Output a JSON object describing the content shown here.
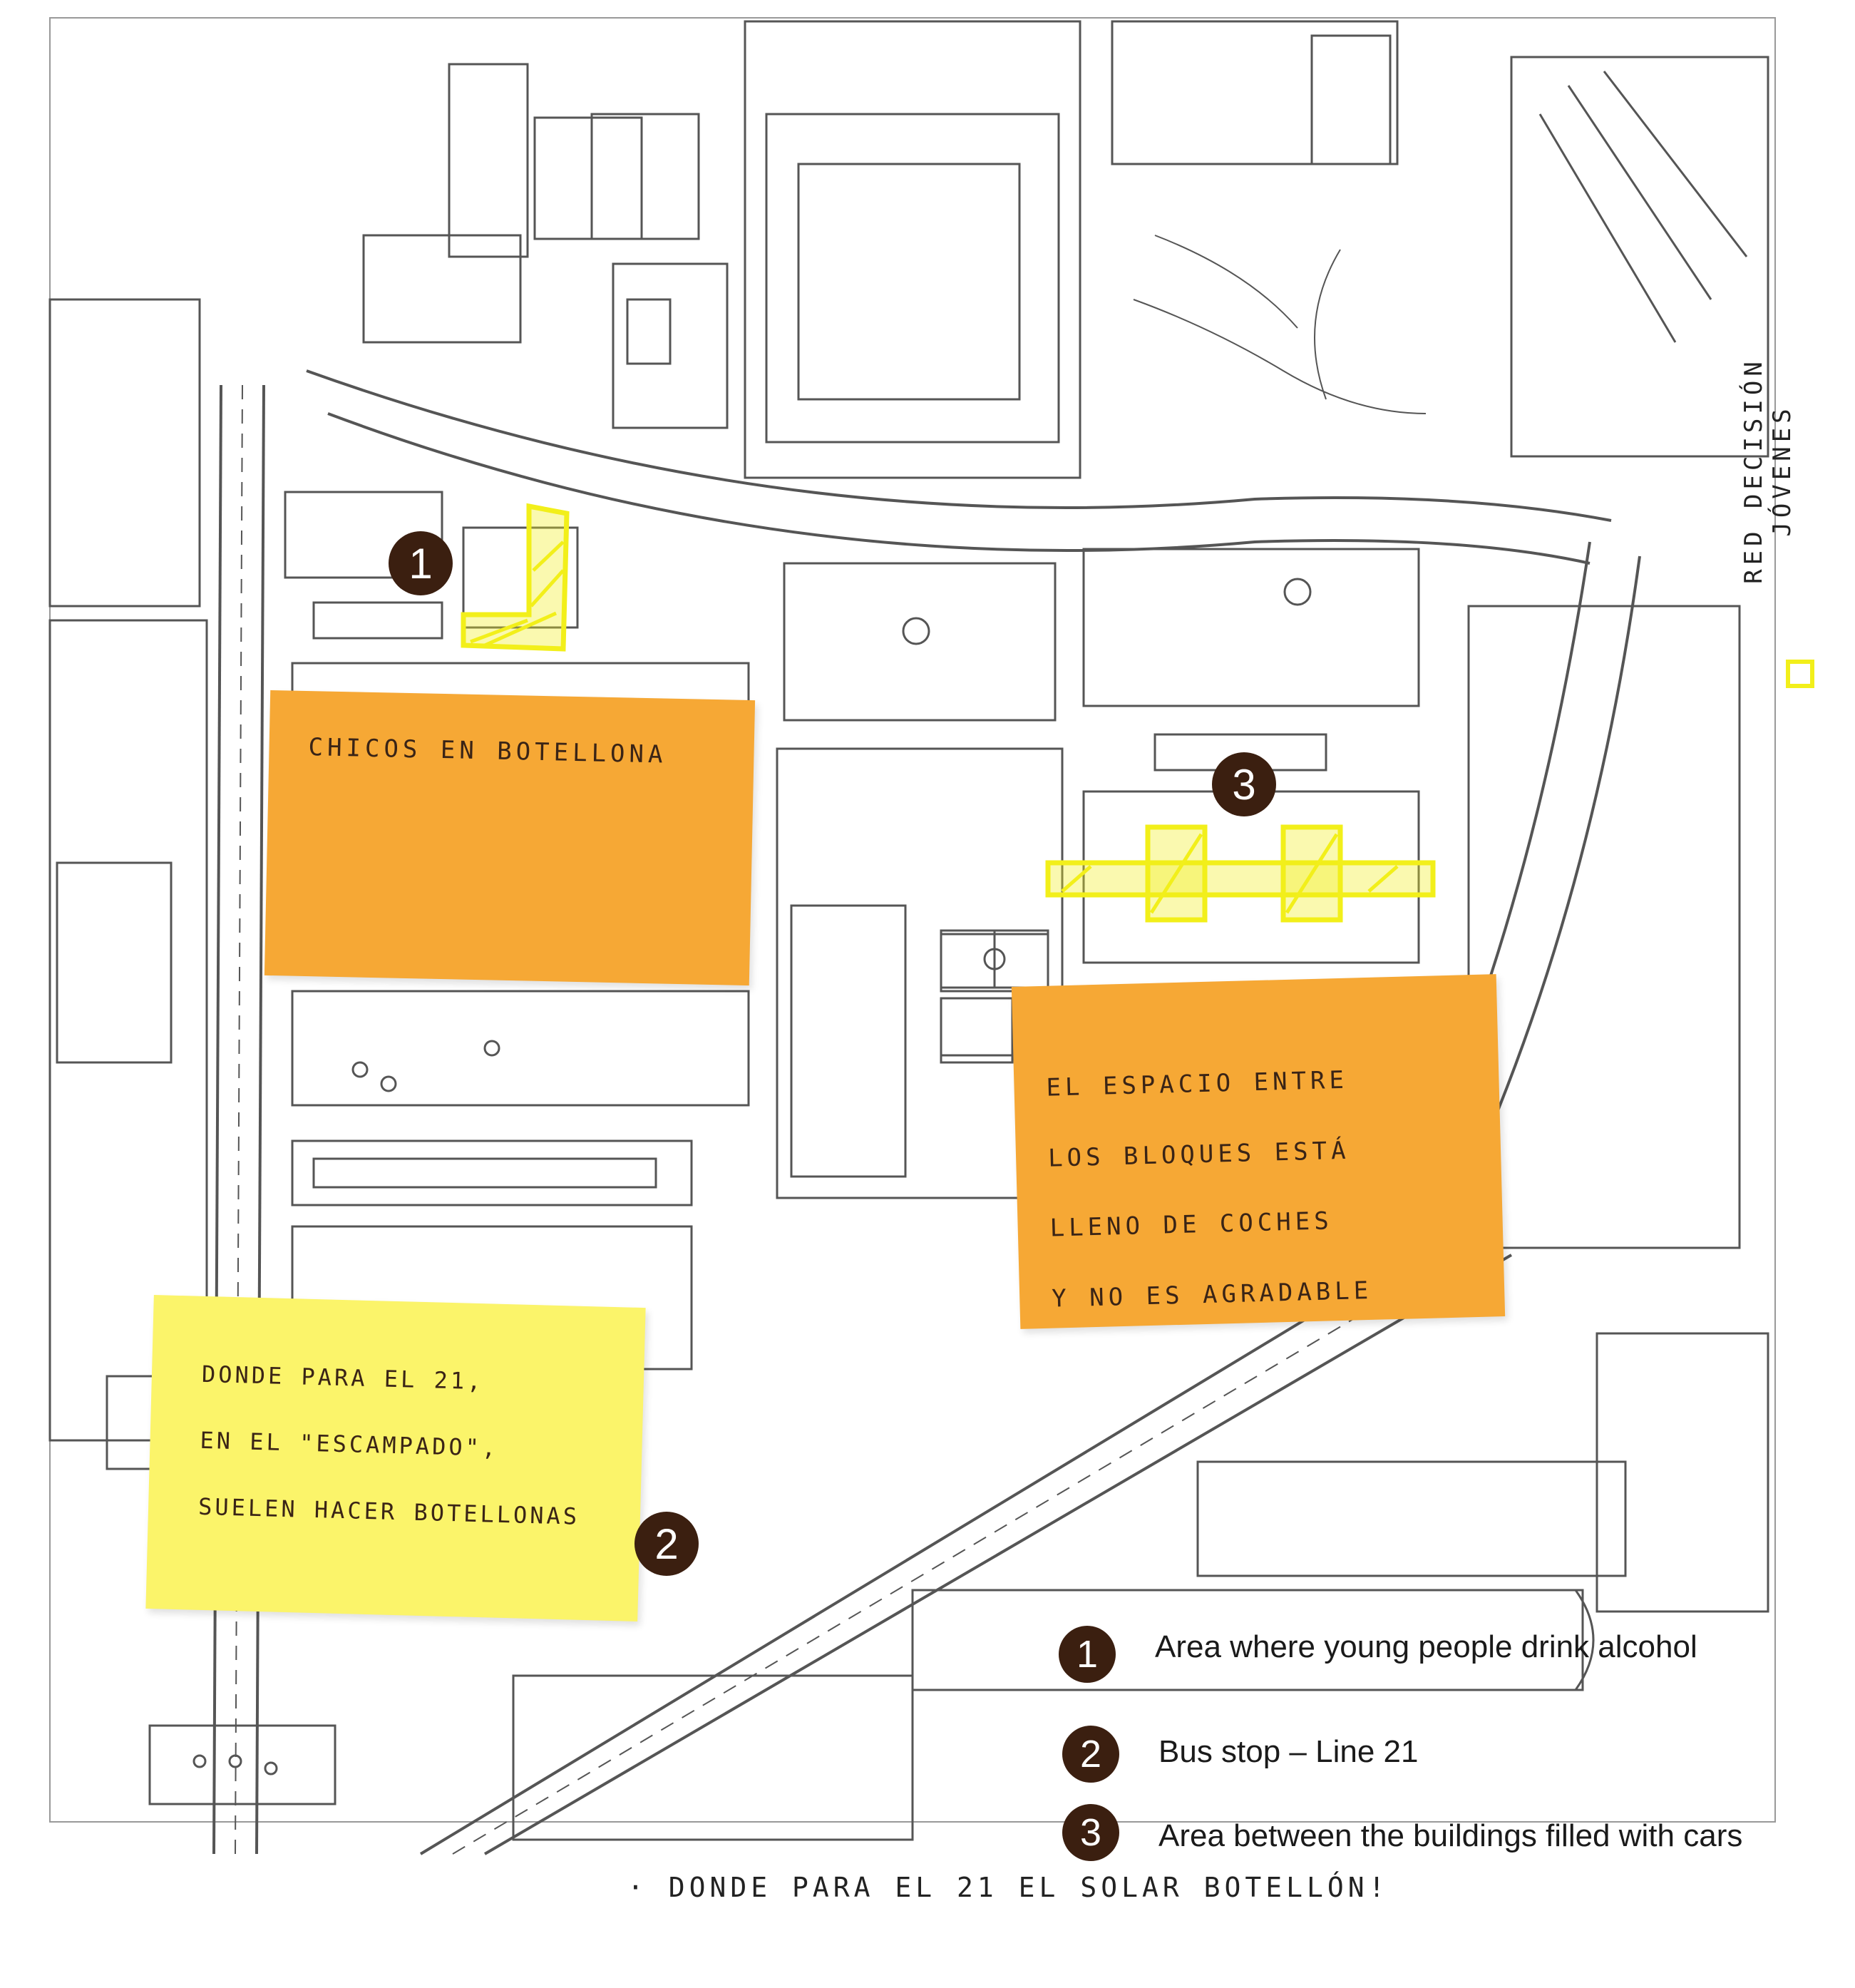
{
  "colors": {
    "orange_note": "#f6a835",
    "yellow_note": "#fbf46a",
    "highlight": "#f2ef1a",
    "marker": "#3b1f10",
    "lines": "#555555"
  },
  "notes": {
    "note1": "CHICOS EN BOTELLONA",
    "note2_lines": [
      "EL ESPACIO ENTRE",
      "LOS BLOQUES ESTÁ",
      "LLENO DE COCHES",
      "Y NO ES AGRADABLE"
    ],
    "note3_lines": [
      "DONDE PARA EL 21,",
      "EN EL \"ESCAMPADO\",",
      "SUELEN HACER BOTELLONAS"
    ]
  },
  "markers": {
    "m1": "1",
    "m2": "2",
    "m3": "3"
  },
  "legend": {
    "items": [
      {
        "num": "1",
        "text": "Area where young people drink alcohol"
      },
      {
        "num": "2",
        "text": "Bus stop – Line 21"
      },
      {
        "num": "3",
        "text": "Area between the buildings filled with cars"
      }
    ]
  },
  "margin_note": "RED DECISIÓN JÓVENES",
  "bottom_note": "· DONDE PARA EL 21 EL SOLAR BOTELLÓN!",
  "icons": {
    "margin_square": "square-outline-icon"
  }
}
